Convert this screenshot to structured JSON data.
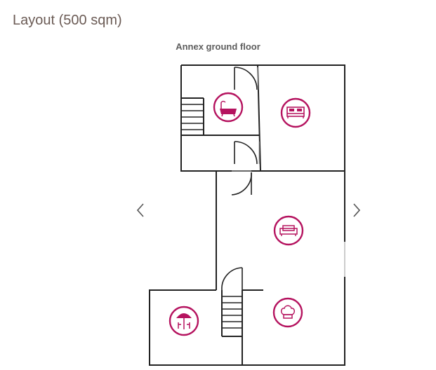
{
  "layout": {
    "title": "Layout (500 sqm)"
  },
  "carousel": {
    "floor_title": "Annex ground floor",
    "prev_icon": "chevron-left-icon",
    "next_icon": "chevron-right-icon"
  },
  "colors": {
    "accent": "#b5135f",
    "wall": "#222222",
    "title_text": "#6b5b55",
    "floor_title_text": "#5e5e5e",
    "arrow": "#555555"
  },
  "rooms": [
    {
      "name": "bathroom",
      "icon": "bathtub-icon"
    },
    {
      "name": "bedroom",
      "icon": "bed-icon"
    },
    {
      "name": "living-room",
      "icon": "sofa-icon"
    },
    {
      "name": "kitchen",
      "icon": "chef-hat-icon"
    },
    {
      "name": "terrace",
      "icon": "patio-umbrella-icon"
    }
  ]
}
